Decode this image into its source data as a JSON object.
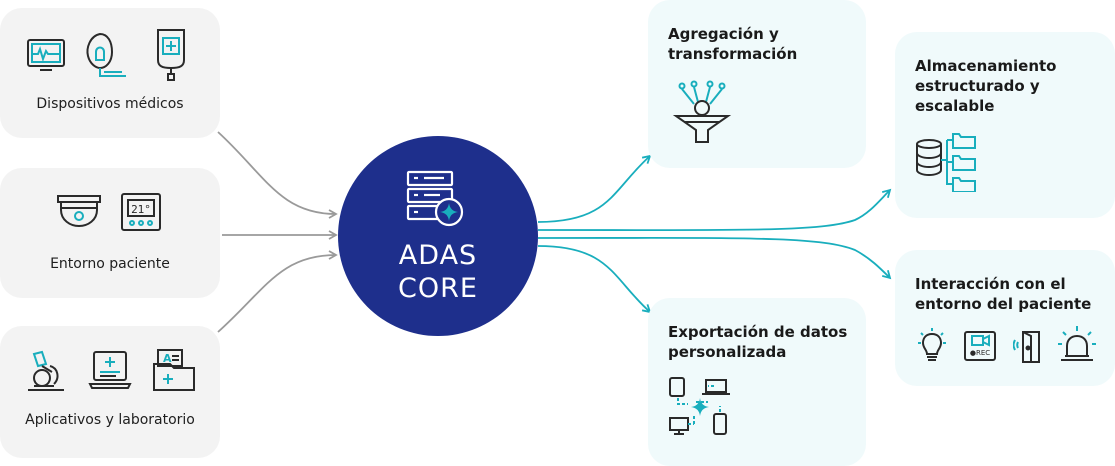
{
  "sources": [
    {
      "label": "Dispositivos médicos",
      "icons": [
        "monitor-icon",
        "oxygen-mask-icon",
        "iv-bag-icon"
      ]
    },
    {
      "label": "Entorno paciente",
      "icons": [
        "ceiling-camera-icon",
        "thermostat-icon"
      ]
    },
    {
      "label": "Aplicativos y laboratorio",
      "icons": [
        "microscope-icon",
        "medical-laptop-icon",
        "medical-folder-icon"
      ]
    }
  ],
  "thermostat_value": "21°",
  "core": {
    "line1": "ADAS",
    "line2": "CORE",
    "icon": "server-icon"
  },
  "outputs": [
    {
      "title": "Agregación y transformación",
      "icon": "data-funnel-icon"
    },
    {
      "title": "Almacenamiento estructurado y escalable",
      "icon": "database-folders-icon"
    },
    {
      "title": "Interacción con el entorno del paciente",
      "icons": [
        "light-bulb-icon",
        "recording-camera-icon",
        "smart-door-icon",
        "alarm-light-icon"
      ]
    },
    {
      "title": "Exportación de datos personalizada",
      "icon": "device-export-icon"
    }
  ],
  "rec_label": "●REC",
  "colors": {
    "navy": "#1e2f8c",
    "teal": "#19aebd",
    "gray_line": "#9a9a9a",
    "icon": "#2a2a2a",
    "source_bg": "#f3f3f3",
    "output_bg": "#f0fafb"
  }
}
